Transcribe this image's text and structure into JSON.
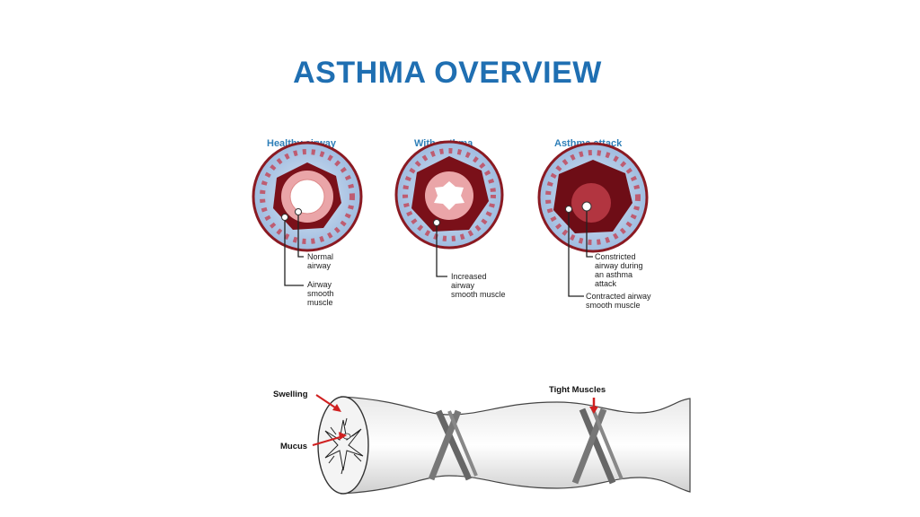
{
  "slide": {
    "title": "ASTHMA OVERVIEW"
  },
  "cross_sections": [
    {
      "heading": "Healthy airway",
      "callouts": [
        "Normal",
        "airway",
        "Airway",
        "smooth",
        "muscle"
      ]
    },
    {
      "heading": "With asthma",
      "callouts": [
        "Increased",
        "airway",
        "smooth muscle"
      ]
    },
    {
      "heading": "Asthma attack",
      "callouts": [
        "Constricted",
        "airway during",
        "an asthma",
        "attack",
        "Contracted airway",
        "smooth muscle"
      ]
    }
  ],
  "tube": {
    "swelling_label": "Swelling",
    "mucus_label": "Mucus",
    "tight_muscles_label": "Tight Muscles"
  },
  "colors": {
    "title": "#1f6fb2",
    "heading": "#2f7fb8",
    "outer_tissue": "#b7cde6",
    "muscle": "#8b1a22",
    "wall": "#e8a6a8",
    "arrow": "#d02020"
  }
}
